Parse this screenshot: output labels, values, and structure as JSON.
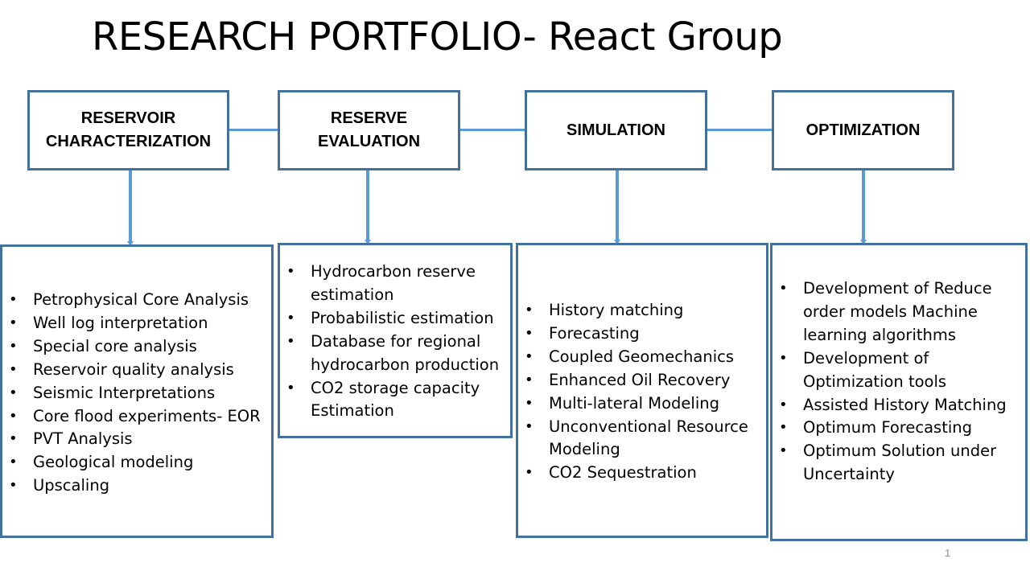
{
  "title": "RESEARCH PORTFOLIO- React Group",
  "slide_number": "1",
  "columns": [
    {
      "heading": [
        "RESERVOIR",
        "CHARACTERIZATION"
      ],
      "items": [
        "Petrophysical Core Analysis",
        "Well log interpretation",
        "Special core analysis",
        "Reservoir quality analysis",
        "Seismic Interpretations",
        "Core flood experiments- EOR",
        "PVT Analysis",
        "Geological modeling",
        "Upscaling"
      ]
    },
    {
      "heading": [
        "RESERVE",
        "EVALUATION"
      ],
      "items": [
        "Hydrocarbon reserve estimation",
        "Probabilistic estimation",
        "Database for regional hydrocarbon production",
        "CO2 storage capacity Estimation"
      ]
    },
    {
      "heading": [
        "SIMULATION"
      ],
      "items": [
        "History matching",
        "Forecasting",
        "Coupled Geomechanics",
        "Enhanced Oil Recovery",
        "Multi-lateral Modeling",
        "Unconventional Resource Modeling",
        "CO2 Sequestration"
      ]
    },
    {
      "heading": [
        "OPTIMIZATION"
      ],
      "items": [
        "Development of Reduce order models Machine learning algorithms",
        "Development of Optimization tools",
        "Assisted History Matching",
        "Optimum Forecasting",
        "Optimum Solution under Uncertainty"
      ]
    }
  ],
  "colors": {
    "box_border": "#41719c",
    "connector": "#5b9bd5"
  }
}
